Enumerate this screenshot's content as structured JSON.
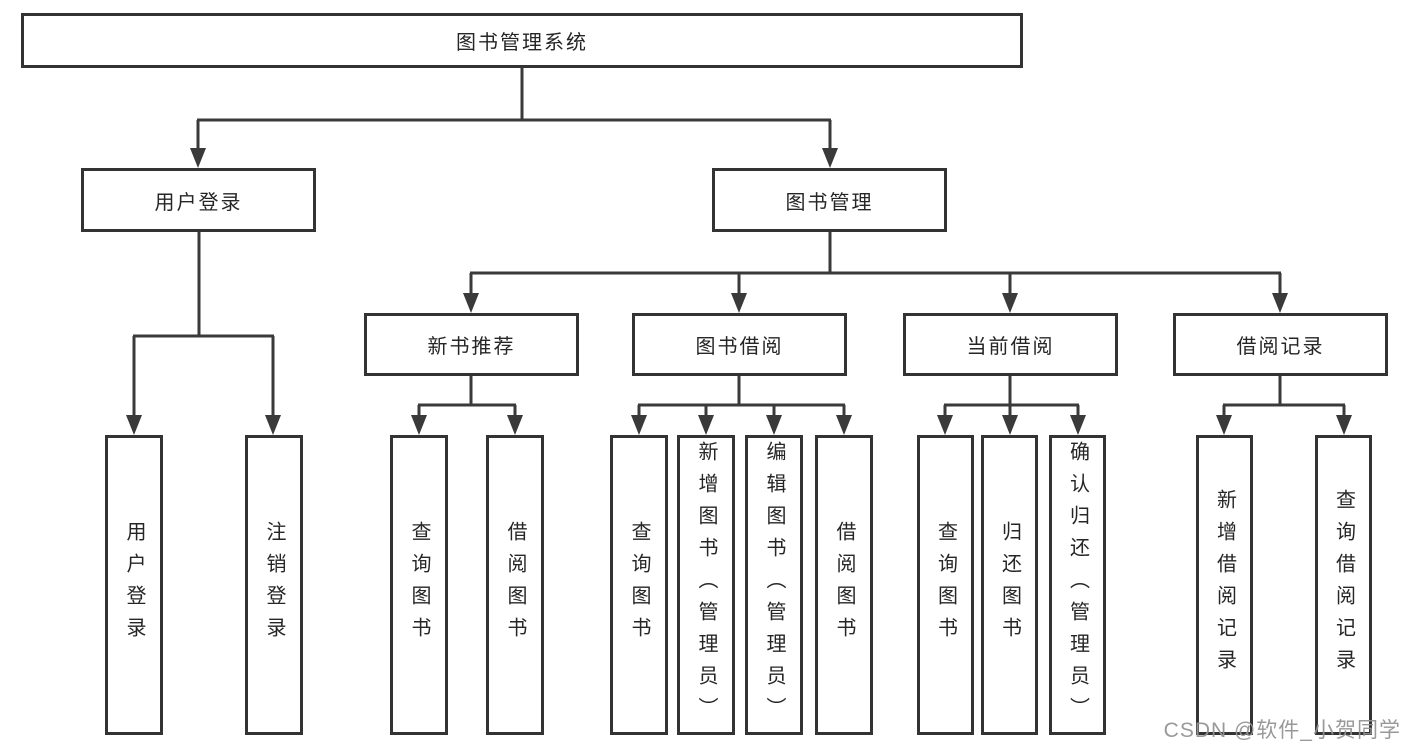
{
  "diagram": {
    "root": {
      "label": "图书管理系统"
    },
    "level1": [
      {
        "label": "用户登录"
      },
      {
        "label": "图书管理"
      }
    ],
    "level2": [
      {
        "label": "新书推荐"
      },
      {
        "label": "图书借阅"
      },
      {
        "label": "当前借阅"
      },
      {
        "label": "借阅记录"
      }
    ],
    "leaves": {
      "user_login": [
        "用户登录",
        "注销登录"
      ],
      "new_book": [
        "查询图书",
        "借阅图书"
      ],
      "book_borrow": [
        "查询图书",
        "新增图书（管理员）",
        "编辑图书（管理员）",
        "借阅图书"
      ],
      "current_borrow": [
        "查询图书",
        "归还图书",
        "确认归还（管理员）"
      ],
      "borrow_record": [
        "新增借阅记录",
        "查询借阅记录"
      ]
    }
  },
  "watermark": {
    "text": "CSDN @软件_小贺同学"
  },
  "colors": {
    "line": "#3a3a3a",
    "box_border": "#333333",
    "box_fill": "#ffffff",
    "text": "#262626",
    "watermark": "#949494",
    "background": "#ffffff"
  }
}
